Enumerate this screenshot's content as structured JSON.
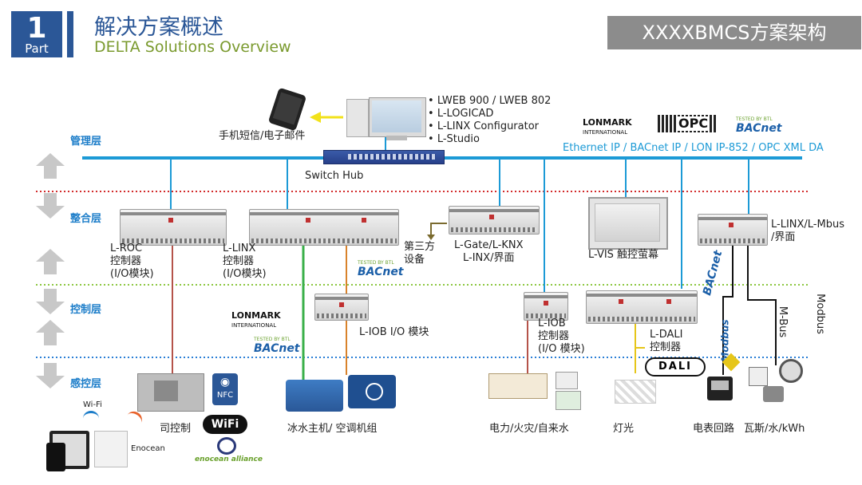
{
  "header": {
    "part_number": "1",
    "part_label": "Part",
    "title": "解决方案概述",
    "subtitle": "DELTA Solutions Overview",
    "ribbon": "XXXXBMCS方案架构"
  },
  "layers": {
    "management": "管理层",
    "integration": "整合层",
    "control": "控制层",
    "sensing": "感控层"
  },
  "management": {
    "software_items": [
      "LWEB 900 / LWEB 802",
      "L-LOGICAD",
      "L-LINX Configurator",
      "L-Studio"
    ],
    "mobile_label": "手机短信/电子邮件",
    "switch_label": "Switch Hub",
    "protocols": "Ethernet IP / BACnet IP / LON IP-852 / OPC XML DA"
  },
  "integration": {
    "roc_label": [
      "L-ROC",
      "控制器",
      "(I/O模块)"
    ],
    "linx_label": [
      "L-LINX",
      "控制器",
      "(I/O模块)"
    ],
    "third_party_label": [
      "第三方",
      "设备"
    ],
    "gateway_label": [
      "L-Gate/L-KNX",
      "L-INX/界面"
    ],
    "vis_label": "L-VIS 触控萤幕",
    "linx_mbus_label": [
      "L-LINX/L-Mbus",
      "/界面"
    ]
  },
  "control": {
    "iob_io_label": "L-IOB I/O 模块",
    "iob_ctrl_label": [
      "L-IOB",
      "控制器",
      "(I/O 模块)"
    ],
    "dali_label": [
      "L-DALI",
      "控制器"
    ],
    "mbus_label": "M-Bus",
    "modbus_label": "Modbus",
    "dali_logo": "DALI"
  },
  "sensing": {
    "wifi_small": "Wi-Fi",
    "enocean_small": "Enocean",
    "room_control": "司控制",
    "chiller": "冰水主机/ 空调机组",
    "power": "电力/火灾/自来水",
    "lighting": "灯光",
    "meter": "电表回路",
    "gas": "瓦斯/水/kWh"
  },
  "logos": {
    "lonmark_1": "LONMARK",
    "lonmark_2": "INTERNATIONAL",
    "opc": "OPC",
    "bacnet": "BACnet",
    "bacnet_tag": "TESTED BY BTL",
    "nfc": "NFC",
    "wifi": "WiFi",
    "enocean": "enocean alliance",
    "modbus": "Modbus"
  },
  "colors": {
    "brand_blue": "#2b5797",
    "subtitle_green": "#7a9a2e",
    "network_blue": "#1c9ad6",
    "layer_blue": "#1c7dc9",
    "red_divider": "#d22b2b",
    "green_divider": "#8cc63f",
    "blue_divider": "#2b7fd6",
    "red_line": "#b5534a",
    "green_line": "#3ab04a",
    "orange_line": "#d9822b",
    "yellow_line": "#e6c619",
    "ribbon_gray": "#8c8c8c"
  }
}
